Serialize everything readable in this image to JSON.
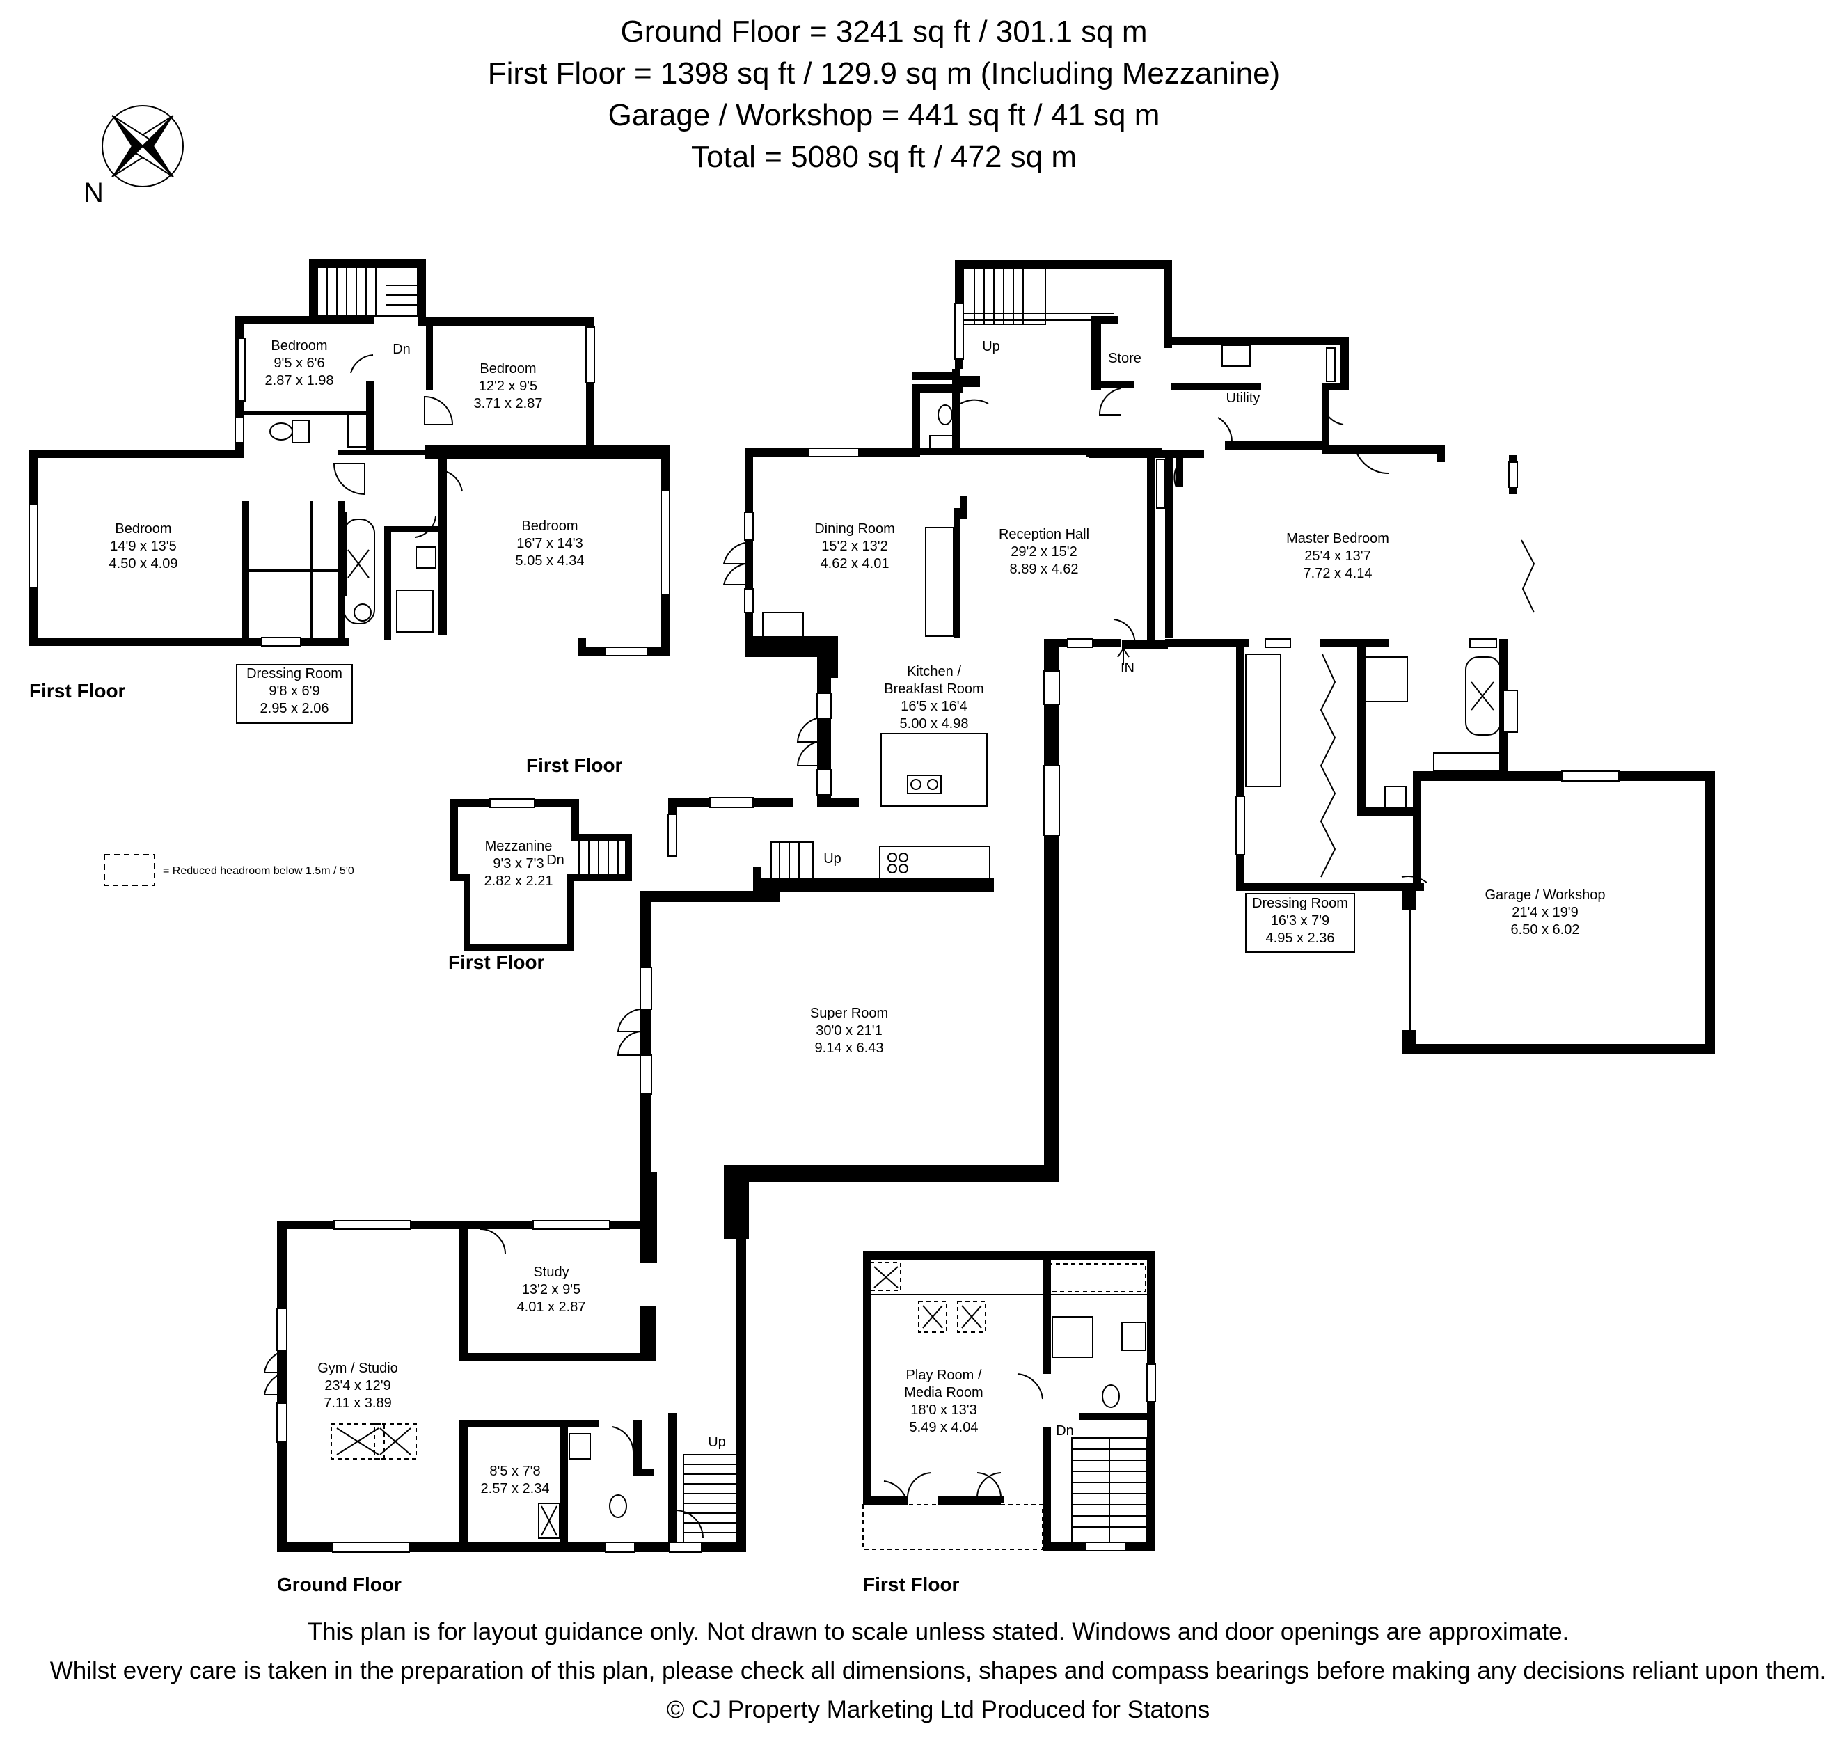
{
  "header": {
    "line1": "Ground Floor  = 3241 sq ft / 301.1 sq m",
    "line2": "First Floor = 1398 sq ft / 129.9 sq m (Including Mezzanine)",
    "line3": "Garage / Workshop = 441 sq ft / 41 sq m",
    "line4": "Total = 5080 sq ft / 472 sq m"
  },
  "compass": {
    "north_label": "N"
  },
  "legend": {
    "reduced_headroom": "= Reduced headroom below 1.5m / 5'0"
  },
  "floor_labels": {
    "first_floor": "First Floor",
    "ground_floor": "Ground Floor"
  },
  "stair_labels": {
    "up": "Up",
    "down": "Dn",
    "entrance": "IN"
  },
  "rooms": {
    "ff_bedroom_small": {
      "name": "Bedroom",
      "imperial": "9'5 x 6'6",
      "metric": "2.87 x 1.98"
    },
    "ff_bedroom_top": {
      "name": "Bedroom",
      "imperial": "12'2 x 9'5",
      "metric": "3.71 x 2.87"
    },
    "ff_bedroom_left": {
      "name": "Bedroom",
      "imperial": "14'9 x 13'5",
      "metric": "4.50 x 4.09"
    },
    "ff_bedroom_right": {
      "name": "Bedroom",
      "imperial": "16'7 x 14'3",
      "metric": "5.05 x 4.34"
    },
    "ff_dressing": {
      "name": "Dressing Room",
      "imperial": "9'8 x 6'9",
      "metric": "2.95 x 2.06"
    },
    "mezzanine": {
      "name": "Mezzanine",
      "imperial": "9'3 x 7'3",
      "metric": "2.82 x 2.21"
    },
    "store": {
      "name": "Store"
    },
    "utility": {
      "name": "Utility"
    },
    "dining": {
      "name": "Dining Room",
      "imperial": "15'2 x 13'2",
      "metric": "4.62 x 4.01"
    },
    "reception": {
      "name": "Reception Hall",
      "imperial": "29'2 x 15'2",
      "metric": "8.89 x 4.62"
    },
    "master": {
      "name": "Master Bedroom",
      "imperial": "25'4 x 13'7",
      "metric": "7.72 x 4.14"
    },
    "kitchen": {
      "name1": "Kitchen /",
      "name2": "Breakfast Room",
      "imperial": "16'5 x 16'4",
      "metric": "5.00 x 4.98"
    },
    "dressing_gf": {
      "name": "Dressing Room",
      "imperial": "16'3 x 7'9",
      "metric": "4.95 x 2.36"
    },
    "garage": {
      "name": "Garage / Workshop",
      "imperial": "21'4 x 19'9",
      "metric": "6.50 x 6.02"
    },
    "super": {
      "name": "Super Room",
      "imperial": "30'0 x 21'1",
      "metric": "9.14 x 6.43"
    },
    "study": {
      "name": "Study",
      "imperial": "13'2 x 9'5",
      "metric": "4.01 x 2.87"
    },
    "gym": {
      "name": "Gym / Studio",
      "imperial": "23'4 x 12'9",
      "metric": "7.11 x 3.89"
    },
    "small_room": {
      "imperial": "8'5 x 7'8",
      "metric": "2.57 x 2.34"
    },
    "playroom": {
      "name1": "Play Room /",
      "name2": "Media Room",
      "imperial": "18'0 x 13'3",
      "metric": "5.49 x 4.04"
    }
  },
  "footer": {
    "line1": "This plan is for layout guidance only. Not drawn to scale unless stated. Windows and door openings are approximate.",
    "line2": "Whilst every care is taken in the preparation of this plan, please check all dimensions, shapes and compass bearings before making any decisions reliant upon them.",
    "line3": "©        CJ Property Marketing Ltd Produced for Statons"
  }
}
